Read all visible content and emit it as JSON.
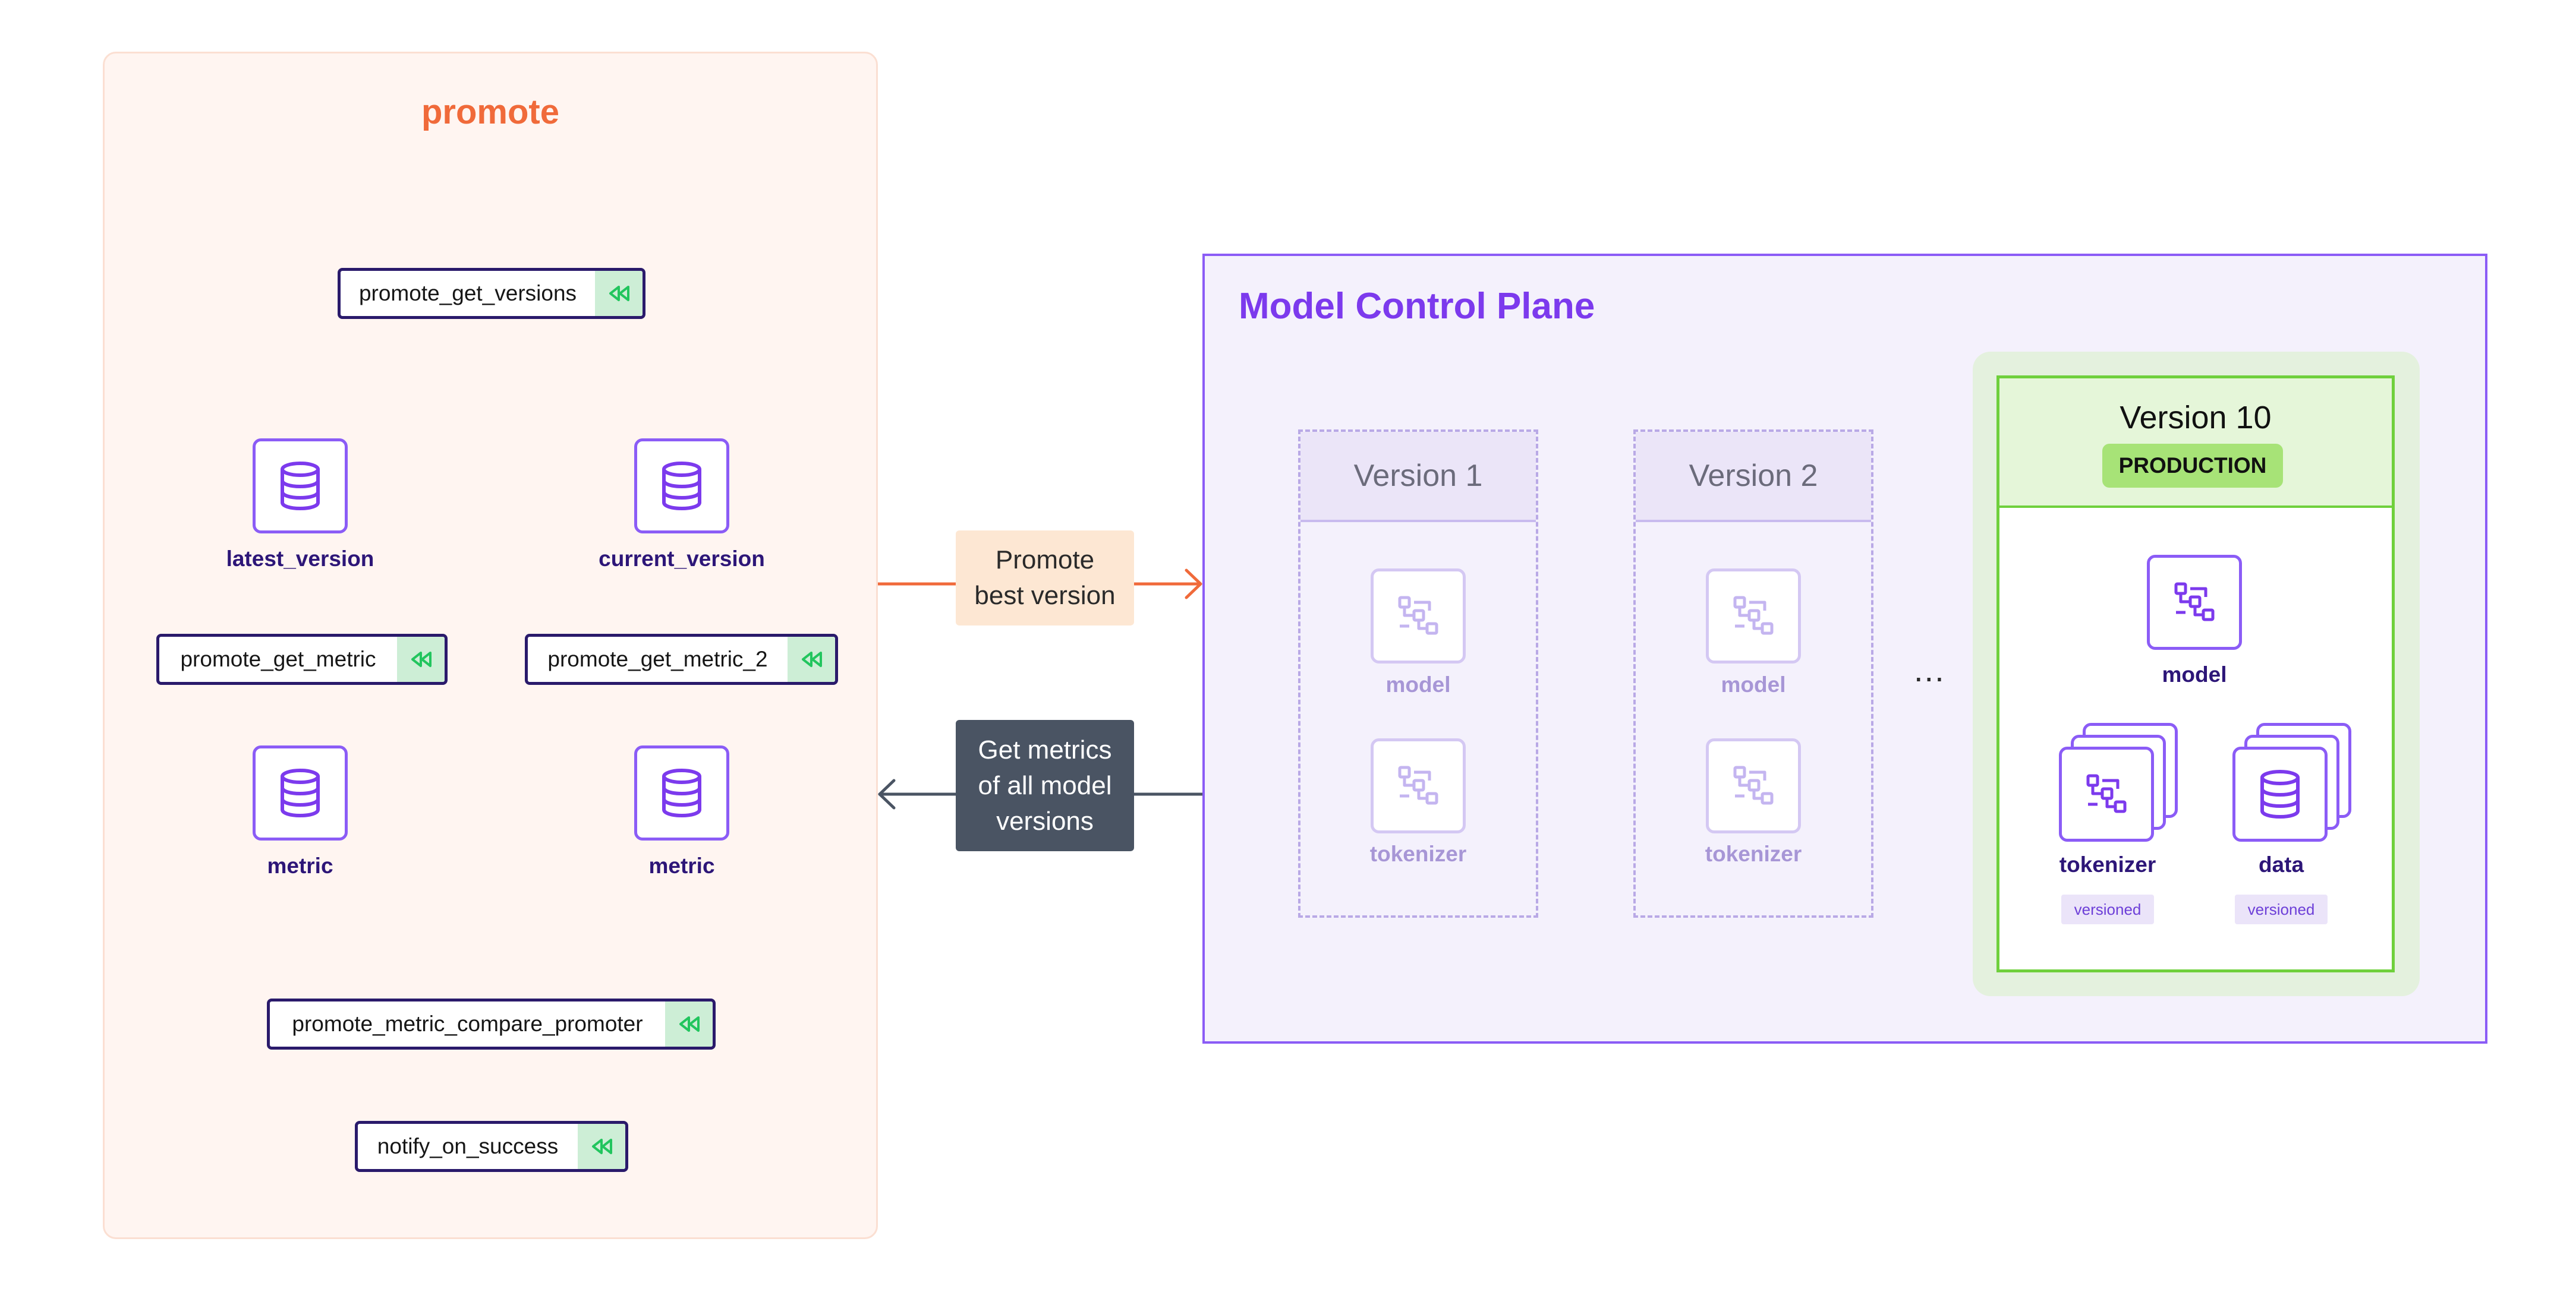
{
  "pipeline": {
    "title": "promote",
    "steps": {
      "get_versions": "promote_get_versions",
      "get_metric": "promote_get_metric",
      "get_metric_2": "promote_get_metric_2",
      "compare": "promote_metric_compare_promoter",
      "notify": "notify_on_success"
    },
    "artifacts": {
      "latest_version": "latest_version",
      "current_version": "current_version",
      "metric_left": "metric",
      "metric_right": "metric"
    }
  },
  "connectors": {
    "promote": {
      "line1": "Promote",
      "line2": "best version"
    },
    "metrics": {
      "line1": "Get metrics",
      "line2": "of all model",
      "line3": "versions"
    }
  },
  "control_plane": {
    "title": "Model Control Plane",
    "versions": [
      {
        "label": "Version 1",
        "model": "model",
        "tokenizer": "tokenizer"
      },
      {
        "label": "Version 2",
        "model": "model",
        "tokenizer": "tokenizer"
      }
    ],
    "ellipsis": "...",
    "production": {
      "label": "Version 10",
      "badge": "PRODUCTION",
      "model": "model",
      "tokenizer": "tokenizer",
      "data": "data",
      "tokenizer_tag": "versioned",
      "data_tag": "versioned"
    }
  },
  "colors": {
    "accent_orange": "#f06a3a",
    "accent_purple": "#7c3aed",
    "step_border": "#2a1a6b",
    "cache_green": "#22c55e",
    "production_green": "#6fd03c"
  }
}
